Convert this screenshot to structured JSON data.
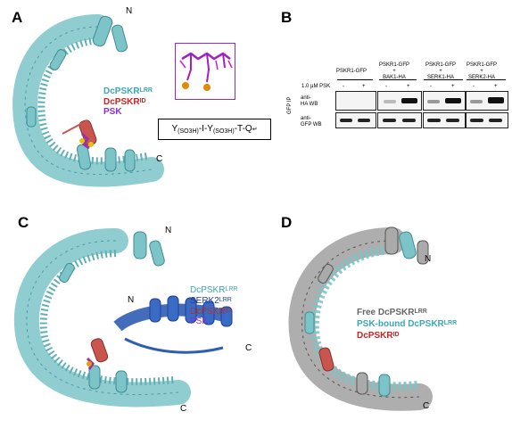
{
  "panels": {
    "a": {
      "letter": "A",
      "n": "N",
      "c": "C",
      "legend": {
        "l1_main": "DcPSKR",
        "l1_sup": "LRR",
        "l2_main": "DcPSKR",
        "l2_sup": "ID",
        "l3": "PSK"
      },
      "seq": {
        "y1": "Y",
        "y1_sub": "(SO3H)",
        "mid": "-I-Y",
        "y2_sub": "(SO3H)",
        "end": "-T-Q",
        "tail": "↵"
      }
    },
    "b": {
      "letter": "B",
      "headers": [
        "PSKR1-GFP",
        "PSKR1-GFP\n+\nBAK1-HA",
        "PSKR1-GFP\n+\nSERK1-HA",
        "PSKR1-GFP\n+\nSERK2-HA"
      ],
      "psk_label": "1.0 µM PSK",
      "lane_signs": [
        "-",
        "+",
        "-",
        "+",
        "-",
        "+",
        "-",
        "+"
      ],
      "side_label": "GFP IP",
      "row1_label": "anti-\nHA WB",
      "row2_label": "anti-\nGFP WB"
    },
    "c": {
      "letter": "C",
      "n1": "N",
      "n2": "N",
      "c1": "C",
      "c2": "C",
      "legend": {
        "l1_main": "DcPSKR",
        "l1_sup": "LRR",
        "l2_main": "SERK2",
        "l2_sup": "LRR",
        "l3_main": "DcPSKR",
        "l3_sup": "ID",
        "l4": "PSK"
      }
    },
    "d": {
      "letter": "D",
      "n": "N",
      "c": "C",
      "legend": {
        "l1_main": "Free DcPSKR",
        "l1_sup": "LRR",
        "l2_main": "PSK-bound DcPSKR",
        "l2_sup": "LRR",
        "l3_main": "DcPSKR",
        "l3_sup": "ID"
      }
    }
  },
  "colors": {
    "teal": "#7cc4c8",
    "teal_dark": "#3d8d94",
    "red": "#c9554f",
    "purple": "#9a2fb0",
    "blue": "#2f5db3",
    "grey": "#9a9a9a",
    "legend_teal": "#3aa7b3",
    "legend_red": "#cc2222",
    "legend_purple": "#8a2be2",
    "legend_blue": "#1f3f99",
    "legend_grey": "#666666"
  }
}
